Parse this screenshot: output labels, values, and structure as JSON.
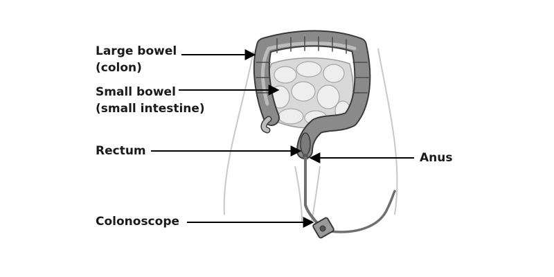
{
  "labels": {
    "large_bowel": {
      "line1": "Large bowel",
      "line2": "(colon)"
    },
    "small_bowel": {
      "line1": "Small bowel",
      "line2": "(small intestine)"
    },
    "rectum": "Rectum",
    "anus": "Anus",
    "colonoscope": "Colonoscope"
  },
  "colors": {
    "background": "#ffffff",
    "text": "#1a1a1a",
    "colon_fill": "#8a8a8a",
    "colon_outline": "#3a3a3a",
    "small_bowel_fill": "#d9d9d9",
    "body_outline": "#c8c8c8",
    "scope": "#6f6f6f",
    "arrow": "#000000"
  }
}
